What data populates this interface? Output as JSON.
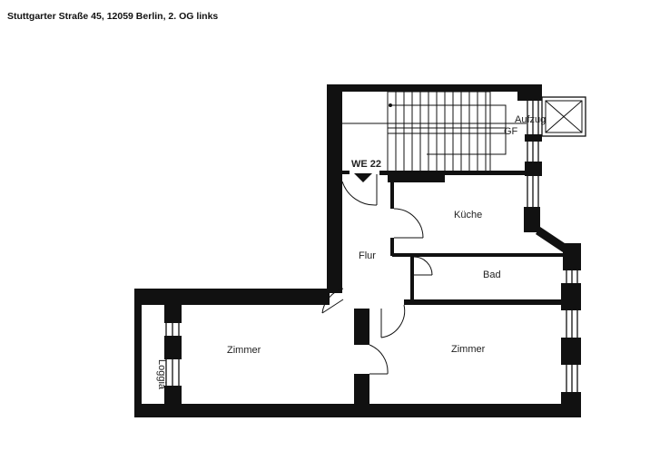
{
  "title": "Stuttgarter Straße 45, 12059 Berlin, 2. OG links",
  "floorplan": {
    "unit_label": "WE 22",
    "rooms": {
      "elevator": "Aufzug",
      "ground_floor": "GF",
      "kitchen": "Küche",
      "hallway": "Flur",
      "bathroom": "Bad",
      "room_left": "Zimmer",
      "room_right": "Zimmer",
      "loggia": "Loggia"
    }
  }
}
